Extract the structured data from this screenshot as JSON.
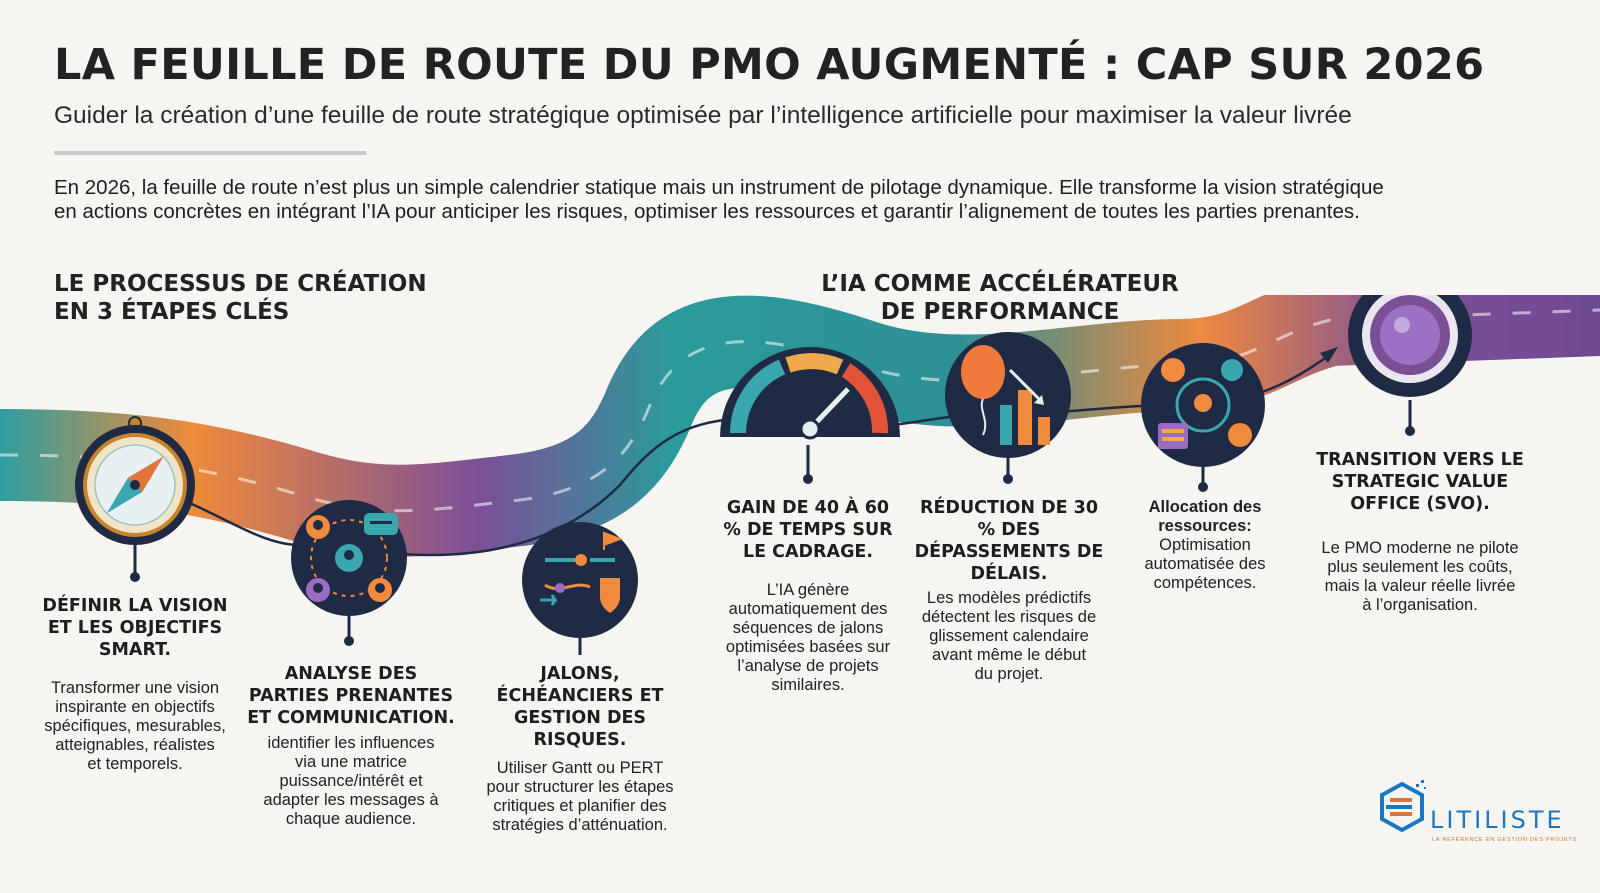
{
  "header": {
    "title": "LA FEUILLE DE ROUTE DU PMO AUGMENTÉ : CAP SUR 2026",
    "subtitle": "Guider la création d’une feuille de route stratégique optimisée par l’intelligence artificielle pour maximiser la valeur livrée",
    "intro_line1": "En 2026, la feuille de route n’est plus un simple calendrier statique mais un instrument de pilotage dynamique. Elle transforme la vision stratégique",
    "intro_line2": "en actions concrètes en intégrant l’IA pour anticiper les risques, optimiser les ressources et garantir l’alignement de toutes les parties prenantes."
  },
  "sections": {
    "process": {
      "line1": "LE PROCESSUS DE CRÉATION",
      "line2": "EN 3 ÉTAPES CLÉS"
    },
    "ai": {
      "line1": "L’IA COMME ACCÉLÉRATEUR",
      "line2": "DE PERFORMANCE"
    }
  },
  "steps": [
    {
      "icon": "compass-icon",
      "title": [
        "DÉFINIR LA VISION",
        "ET LES OBJECTIFS",
        "SMART."
      ],
      "desc": [
        "Transformer une vision",
        "inspirante en objectifs",
        "spécifiques, mesurables,",
        "atteignables, réalistes",
        "et temporels."
      ]
    },
    {
      "icon": "stakeholders-network-icon",
      "title": [
        "ANALYSE DES",
        "PARTIES PRENANTES",
        "ET COMMUNICATION."
      ],
      "desc": [
        "identifier les influences",
        "via une matrice",
        "puissance/intérêt et",
        "adapter les messages à",
        "chaque audience."
      ]
    },
    {
      "icon": "milestones-flow-icon",
      "title": [
        "JALONS,",
        "ÉCHÉANCIERS ET",
        "GESTION DES",
        "RISQUES."
      ],
      "desc": [
        "Utiliser Gantt ou PERT",
        "pour structurer les étapes",
        "critiques et planifier des",
        "stratégies d’atténuation."
      ]
    },
    {
      "icon": "speedometer-icon",
      "title": [
        "GAIN DE 40 À 60",
        "% DE TEMPS SUR",
        "LE CADRAGE."
      ],
      "desc": [
        "L’IA génère",
        "automatiquement des",
        "séquences de jalons",
        "optimisées basées sur",
        "l’analyse de projets",
        "similaires."
      ]
    },
    {
      "icon": "balloon-chart-icon",
      "title": [
        "RÉDUCTION DE 30",
        "% DES",
        "DÉPASSEMENTS DE",
        "DÉLAIS."
      ],
      "desc": [
        "Les modèles prédictifs",
        "détectent les risques de",
        "glissement calendaire",
        "avant même le début",
        "du projet."
      ]
    },
    {
      "icon": "resource-allocation-icon",
      "title_bold": [
        "Allocation des",
        "ressources:"
      ],
      "desc": [
        "Optimisation",
        "automatisée des",
        "compétences."
      ]
    },
    {
      "icon": "target-lens-icon",
      "title": [
        "TRANSITION VERS LE",
        "STRATEGIC VALUE",
        "OFFICE (SVO)."
      ],
      "desc": [
        "Le PMO moderne ne pilote",
        "plus seulement les coûts,",
        "mais la valeur réelle livrée",
        "à l’organisation."
      ]
    }
  ],
  "logo": {
    "name": "LITILISTE",
    "tagline": "LA RÉFÉRENCE EN GESTION DES PROJETS",
    "icon": "hexagon-logo-icon"
  },
  "colors": {
    "teal": "#2a9e9e",
    "orange": "#f08a3c",
    "purple": "#7a4f96",
    "navy": "#1f2a44",
    "brand_blue": "#1a78c2"
  }
}
